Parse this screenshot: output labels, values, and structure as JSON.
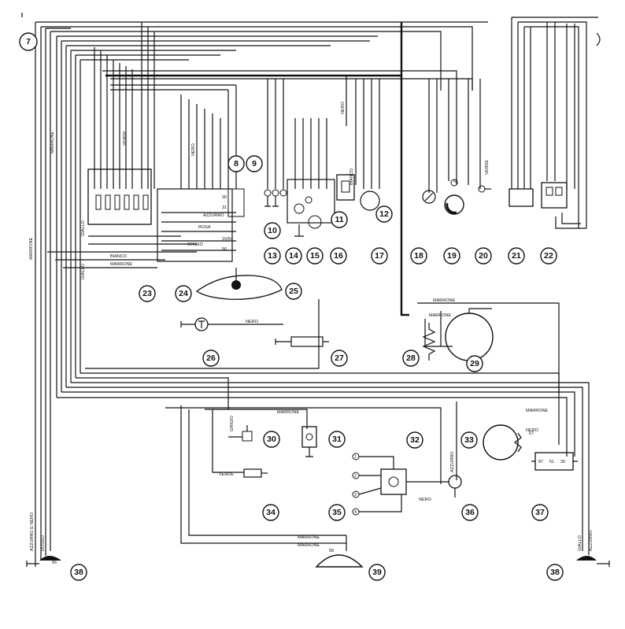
{
  "callouts": [
    {
      "n": "7"
    },
    {
      "n": "8"
    },
    {
      "n": "9"
    },
    {
      "n": "10"
    },
    {
      "n": "11"
    },
    {
      "n": "12"
    },
    {
      "n": "13"
    },
    {
      "n": "14"
    },
    {
      "n": "15"
    },
    {
      "n": "16"
    },
    {
      "n": "17"
    },
    {
      "n": "18"
    },
    {
      "n": "19"
    },
    {
      "n": "20"
    },
    {
      "n": "21"
    },
    {
      "n": "22"
    },
    {
      "n": "23"
    },
    {
      "n": "24"
    },
    {
      "n": "25"
    },
    {
      "n": "26"
    },
    {
      "n": "27"
    },
    {
      "n": "28"
    },
    {
      "n": "29"
    },
    {
      "n": "30"
    },
    {
      "n": "31"
    },
    {
      "n": "32"
    },
    {
      "n": "33"
    },
    {
      "n": "34"
    },
    {
      "n": "35"
    },
    {
      "n": "36"
    },
    {
      "n": "37"
    },
    {
      "n": "38"
    },
    {
      "n": "39"
    },
    {
      "n": "38"
    }
  ],
  "wire_labels": [
    {
      "text": "MARRONE"
    },
    {
      "text": "GIALLO"
    },
    {
      "text": "GIALLO"
    },
    {
      "text": "VERDE"
    },
    {
      "text": "NERO"
    },
    {
      "text": "GRIGIO"
    },
    {
      "text": "BIANCO"
    },
    {
      "text": "MARRONE"
    },
    {
      "text": "ROSA"
    },
    {
      "text": "AZZURRO"
    },
    {
      "text": "NERO"
    },
    {
      "text": "BIANCO"
    },
    {
      "text": "VERDE"
    },
    {
      "text": "NERO"
    },
    {
      "text": "MARRONE"
    },
    {
      "text": "MARRONE"
    },
    {
      "text": "MARRONE"
    },
    {
      "text": "MARRONE"
    },
    {
      "text": "AZZURRO"
    },
    {
      "text": "NERO"
    },
    {
      "text": "MARRONE"
    },
    {
      "text": "MARRONE"
    },
    {
      "text": "MARRONE"
    },
    {
      "text": "GRIGIO"
    },
    {
      "text": "VERDE"
    },
    {
      "text": "NERO"
    },
    {
      "text": "AZZURRO E NERO"
    },
    {
      "text": "ROSSO"
    },
    {
      "text": "GIALLO"
    },
    {
      "text": "AZZURRO"
    }
  ],
  "terminal_labels": [
    {
      "text": "30"
    },
    {
      "text": "31"
    },
    {
      "text": "15/54"
    },
    {
      "text": "50"
    },
    {
      "text": "58"
    },
    {
      "text": "87"
    },
    {
      "text": "51"
    },
    {
      "text": "30"
    },
    {
      "text": "61"
    },
    {
      "text": "67"
    },
    {
      "text": "56"
    }
  ],
  "connector_labels": [
    {
      "text": "1"
    },
    {
      "text": "2"
    },
    {
      "text": "3"
    },
    {
      "text": "4"
    }
  ]
}
